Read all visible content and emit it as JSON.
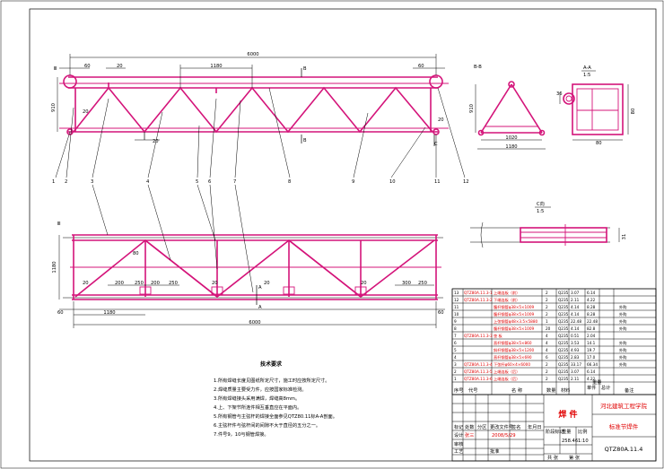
{
  "dimensions": {
    "total_top": "6000",
    "total_bottom": "6000",
    "left_end": "60",
    "right_end": "60",
    "top_20_a": "20",
    "panel": "1180",
    "height": "910",
    "web_20": "20",
    "gap_20": "20",
    "rb_20": "20",
    "bottom_height": "1180",
    "b_80": "80",
    "b_20_a": "20",
    "b_200_1": "200",
    "b_250_1": "250",
    "b_200_2": "200",
    "b_250_2": "250",
    "b_20_b": "20",
    "b_20_c": "20",
    "b_300": "300",
    "b_250_3": "250",
    "b_20_d": "20",
    "b_60_left": "60",
    "b_60_right": "60",
    "b_1180": "1180",
    "b_80_label": "80"
  },
  "sections": {
    "bb_title": "B-B",
    "bb_height": "910",
    "bb_inner": "1020",
    "bb_outer": "1180",
    "aa_title": "A-A",
    "aa_scale": "1:5",
    "aa_36": "36",
    "aa_80_right": "80",
    "aa_80_bottom": "80",
    "c_title": "C向",
    "c_scale": "1:5",
    "c_dim": "31"
  },
  "markers": {
    "B_top": "B",
    "B_bottom": "B",
    "A_top": "A",
    "A_bottom": "A",
    "C": "C",
    "ma": "Ⅲ",
    "mb": "Ⅲ",
    "b1": "1",
    "b2": "2",
    "b3": "3"
  },
  "callouts": [
    "1",
    "2",
    "3",
    "4",
    "5",
    "6",
    "7",
    "8",
    "9",
    "10",
    "11",
    "12"
  ],
  "callouts_bottom": [
    "3",
    "4",
    "5",
    "6",
    "7"
  ],
  "tech": {
    "title": "技术要求",
    "items": [
      "1.所有焊缝长度见图纸所定尺寸，施工时应按所定尺寸。",
      "2.焊缝质量主要受力件，应按国家标准检测。",
      "3.所有焊缝接头采用满焊，焊缝高8mm。",
      "4.上、下架节所连件相互垂直应在平面内。",
      "5.所有钢管与主弦杆的焊接全面参见QTZ80.11标A-A剖面。",
      "6.主弦杆件与弦杆间的间隙不大于直径的五分之一。",
      "7.件号9，10与钢管焊接。"
    ]
  },
  "bom": {
    "rows": [
      {
        "no": "13",
        "code": "QTZ80A.11.3-1",
        "name": "上端连板（前）",
        "qty": "2",
        "mat": "Q235",
        "w1": "3.07",
        "w2": "6.14",
        "note": ""
      },
      {
        "no": "12",
        "code": "QTZ80A.11.3-2",
        "name": "下端连板（前）",
        "qty": "2",
        "mat": "Q235",
        "w1": "2.11",
        "w2": "4.22",
        "note": ""
      },
      {
        "no": "11",
        "code": "",
        "name": "腹杆钢管φ38×5×1009",
        "qty": "2",
        "mat": "Q235",
        "w1": "4.14",
        "w2": "8.28",
        "note": "外购"
      },
      {
        "no": "10",
        "code": "",
        "name": "腹杆钢管φ38×5×1009",
        "qty": "2",
        "mat": "Q235",
        "w1": "4.14",
        "w2": "8.28",
        "note": "外购"
      },
      {
        "no": "9",
        "code": "",
        "name": "上弦钢管φ48×3.5×5880",
        "qty": "1",
        "mat": "Q235",
        "w1": "22.48",
        "w2": "22.48",
        "note": "外购"
      },
      {
        "no": "8",
        "code": "",
        "name": "腹杆钢管φ38×5×1009",
        "qty": "20",
        "mat": "Q235",
        "w1": "4.14",
        "w2": "82.8",
        "note": "外购"
      },
      {
        "no": "7",
        "code": "QTZ80A.11.3-3",
        "name": "垫 板",
        "qty": "4",
        "mat": "Q235",
        "w1": "0.51",
        "w2": "2.04",
        "note": ""
      },
      {
        "no": "6",
        "code": "",
        "name": "直杆钢管φ38×5×860",
        "qty": "4",
        "mat": "Q235",
        "w1": "3.53",
        "w2": "14.1",
        "note": "外购"
      },
      {
        "no": "5",
        "code": "",
        "name": "斜杆钢管φ38×5×1200",
        "qty": "4",
        "mat": "Q235",
        "w1": "4.93",
        "w2": "19.7",
        "note": "外购"
      },
      {
        "no": "4",
        "code": "",
        "name": "直杆钢管φ38×5×690",
        "qty": "6",
        "mat": "Q235",
        "w1": "2.83",
        "w2": "17.0",
        "note": "外购"
      },
      {
        "no": "3",
        "code": "QTZ80A.11.3-4",
        "name": "下弦杆φ60×4×6000",
        "qty": "2",
        "mat": "Q235",
        "w1": "33.17",
        "w2": "66.34",
        "note": "外购"
      },
      {
        "no": "2",
        "code": "QTZ80A.11.3-5",
        "name": "上端连板（后）",
        "qty": "2",
        "mat": "Q235",
        "w1": "3.07",
        "w2": "6.14",
        "note": ""
      },
      {
        "no": "1",
        "code": "QTZ80A.11.3-6",
        "name": "上端连板（后）",
        "qty": "2",
        "mat": "Q235",
        "w1": "2.11",
        "w2": "4.22",
        "note": ""
      }
    ],
    "header": {
      "no": "序号",
      "code": "代号",
      "name": "名  称",
      "qty": "数量",
      "mat": "材料",
      "w1": "单件",
      "w2": "总计",
      "weight": "重量",
      "note": "备注"
    }
  },
  "titleblock": {
    "part": "焊  件",
    "company": "河北建筑工程学院",
    "drawing_name": "标准节焊件",
    "drawing_no": "QTZ80A.11.4",
    "scale_label": "比例",
    "scale": "1:10",
    "weight": "258.46",
    "sheet": "第 张",
    "total": "共 张",
    "rev_labels": [
      "标记",
      "处数",
      "分区",
      "更改文件号",
      "签名",
      "年月日"
    ],
    "role_labels": [
      "设计",
      "审核",
      "工艺",
      "批准"
    ],
    "stage_labels": [
      "阶段标记",
      "重量",
      "比例"
    ],
    "date": "2008/5/29",
    "designer": "张三"
  }
}
